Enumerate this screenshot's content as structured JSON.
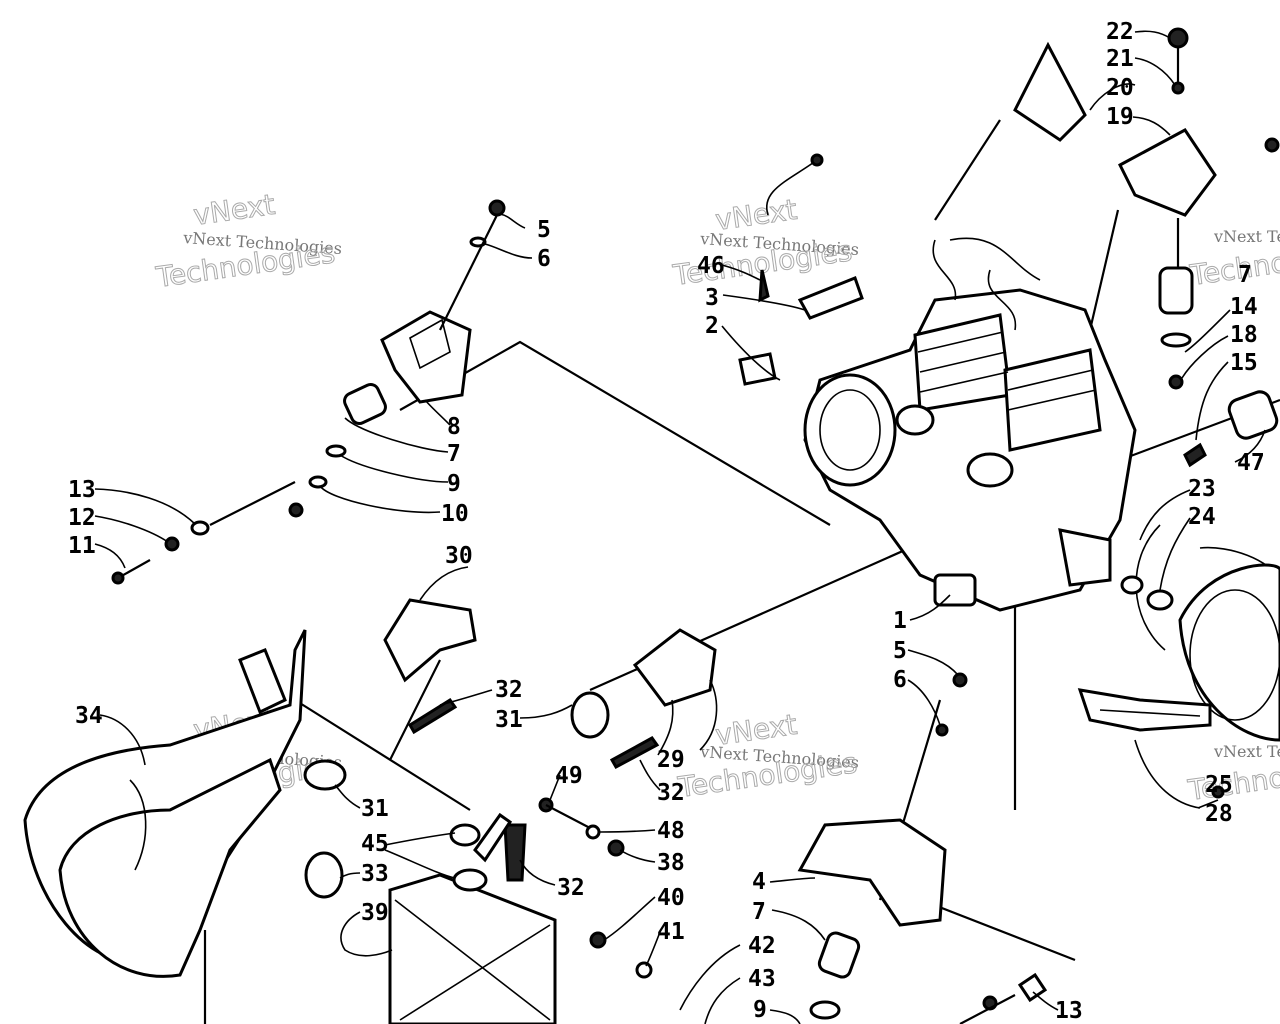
{
  "callouts": {
    "c1": "1",
    "c2": "2",
    "c3": "3",
    "c4": "4",
    "c5a": "5",
    "c5b": "5",
    "c6a": "6",
    "c6b": "6",
    "c7a": "7",
    "c7b": "7",
    "c7c": "7",
    "c8": "8",
    "c9a": "9",
    "c9b": "9",
    "c10": "10",
    "c11": "11",
    "c12": "12",
    "c13a": "13",
    "c13b": "13",
    "c14": "14",
    "c15": "15",
    "c18": "18",
    "c19": "19",
    "c20": "20",
    "c21": "21",
    "c22": "22",
    "c23": "23",
    "c24": "24",
    "c25": "25",
    "c28": "28",
    "c29": "29",
    "c30": "30",
    "c31a": "31",
    "c31b": "31",
    "c32a": "32",
    "c32b": "32",
    "c32c": "32",
    "c33": "33",
    "c34": "34",
    "c38": "38",
    "c39": "39",
    "c40": "40",
    "c41": "41",
    "c42": "42",
    "c43": "43",
    "c45": "45",
    "c46": "46",
    "c47": "47",
    "c48": "48",
    "c49": "49"
  },
  "watermark": {
    "line1": "vNext Technologies",
    "line2": "vNext",
    "line3": "Technologies"
  }
}
